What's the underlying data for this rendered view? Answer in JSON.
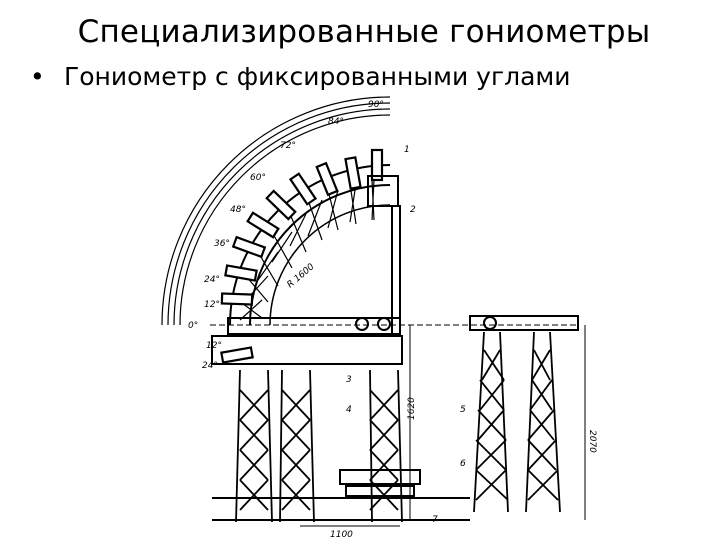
{
  "slide": {
    "title": "Специализированные гониометры",
    "bullet": "Гониометр с фиксированными углами"
  },
  "figure": {
    "angle_labels": [
      "90°",
      "84°",
      "72°",
      "60°",
      "48°",
      "36°",
      "24°",
      "12°",
      "0°",
      "12°",
      "24°"
    ],
    "callouts": [
      "1",
      "2",
      "3",
      "4",
      "5",
      "6",
      "7"
    ],
    "dimensions": {
      "radius": "R 1600",
      "height_1": "1620",
      "height_2": "2070",
      "width": "1100"
    }
  }
}
